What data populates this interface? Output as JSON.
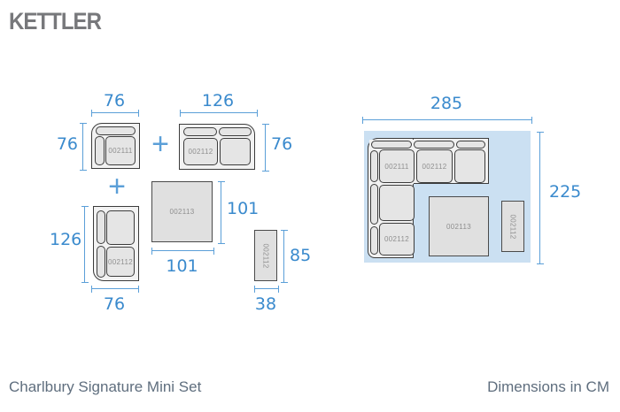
{
  "brand": "KETTLER",
  "plus_sign": "+",
  "left_diagrams": {
    "corner_chair": {
      "code": "002111",
      "width_cm": "76",
      "depth_cm": "76"
    },
    "two_seat_sofa": {
      "code": "002112",
      "width_cm": "126",
      "depth_cm": "76"
    },
    "two_seat_sofa_vertical": {
      "code": "002112",
      "length_cm": "126",
      "width_cm": "76"
    },
    "coffee_table": {
      "code": "002113",
      "width_cm": "101",
      "depth_cm": "101"
    },
    "side_table": {
      "code": "002112",
      "length_cm": "85",
      "width_cm": "38"
    }
  },
  "assembled_set": {
    "width_cm": "285",
    "depth_cm": "225",
    "corner_chair_code": "002111",
    "sofa_code": "002112",
    "sofa_vertical_code": "002112",
    "coffee_table_code": "002113",
    "side_table_code": "002112"
  },
  "footer": {
    "product_name": "Charlbury Signature Mini Set",
    "units_label": "Dimensions in CM"
  },
  "colors": {
    "dimension_text": "#3a8acd",
    "dimension_line": "#5b9fd8",
    "panel_background": "#cbe0f2",
    "furniture_fill": "#e5e5e5",
    "furniture_frame_fill": "#f2f2f2",
    "table_fill": "#e0e0e0",
    "outline_dark": "#3c3c3c",
    "logo_gray": "#77787b",
    "code_text": "#8f8f8f",
    "footer_text": "#5f6e7e"
  }
}
